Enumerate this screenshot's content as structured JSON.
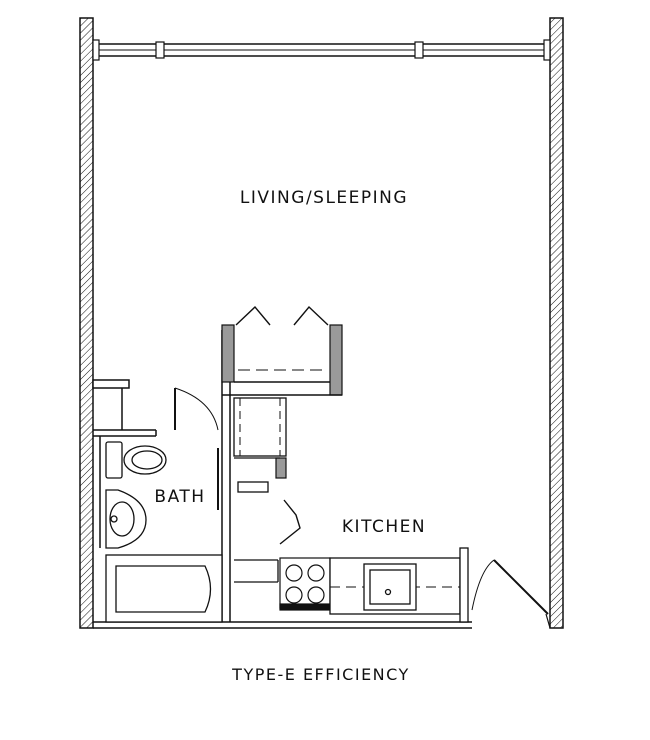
{
  "rooms": {
    "living": "LIVING/SLEEPING",
    "bath": "BATH",
    "kitchen": "KITCHEN"
  },
  "caption": "TYPE-E EFFICIENCY",
  "colors": {
    "line": "#111111",
    "wall_fill": "#9a9a9a",
    "background": "#ffffff"
  }
}
